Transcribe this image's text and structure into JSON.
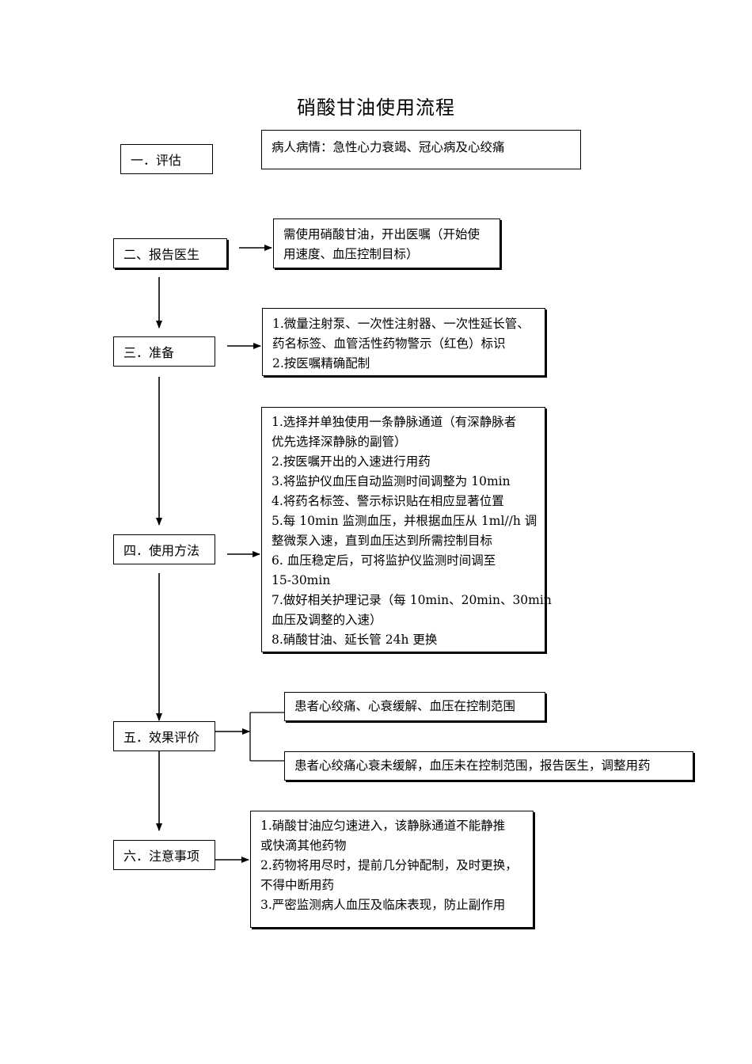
{
  "title": "硝酸甘油使用流程",
  "steps": [
    {
      "label": "一．评估"
    },
    {
      "label": "二、报告医生"
    },
    {
      "label": "三．准备"
    },
    {
      "label": "四．使用方法"
    },
    {
      "label": "五．效果评价"
    },
    {
      "label": "六．注意事项"
    }
  ],
  "assessment": {
    "text": "病人病情：急性心力衰竭、冠心病及心绞痛"
  },
  "report": {
    "lines": [
      "需使用硝酸甘油，开出医嘱（开始使",
      "用速度、血压控制目标）"
    ]
  },
  "preparation": {
    "lines": [
      "1.微量注射泵、一次性注射器、一次性延长管、",
      "药名标签、血管活性药物警示（红色）标识",
      "2.按医嘱精确配制"
    ]
  },
  "method": {
    "lines": [
      "1.选择并单独使用一条静脉通道（有深静脉者",
      "优先选择深静脉的副管）",
      "2.按医嘱开出的入速进行用药",
      "3.将监护仪血压自动监测时间调整为 10min",
      "4.将药名标签、警示标识贴在相应显著位置",
      "5.每 10min 监测血压，并根据血压从 1ml//h 调",
      "整微泵入速，直到血压达到所需控制目标",
      "6. 血压稳定后，可将监护仪监测时间调至",
      "15-30min",
      "7.做好相关护理记录（每 10min、20min、30min",
      "血压及调整的入速）",
      "8.硝酸甘油、延长管 24h 更换"
    ]
  },
  "evaluation": {
    "effective": "患者心绞痛、心衰缓解、血压在控制范围",
    "ineffective": "患者心绞痛心衰未缓解，血压未在控制范围，报告医生，调整用药"
  },
  "precautions": {
    "lines": [
      "1.硝酸甘油应匀速进入，该静脉通道不能静推",
      "或快滴其他药物",
      "2.药物将用尽时，提前几分钟配制，及时更换，",
      "不得中断用药",
      "3.严密监测病人血压及临床表现，防止副作用"
    ]
  }
}
